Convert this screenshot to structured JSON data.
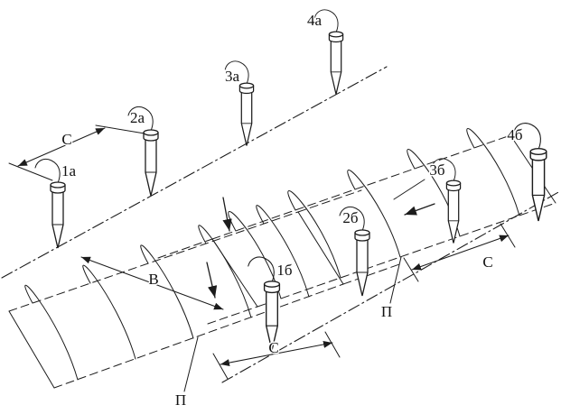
{
  "figure": {
    "type": "technical-diagram",
    "background_color": "#ffffff",
    "line_color": "#1c1c1c",
    "stake_labels": {
      "s1a": "1а",
      "s2a": "2а",
      "s3a": "3а",
      "s4a": "4а",
      "s1b": "1б",
      "s2b": "2б",
      "s3b": "3б",
      "s4b": "4б"
    },
    "dimension_labels": {
      "c_top_left": "С",
      "c_bottom": "С",
      "c_right": "С",
      "b_width": "В"
    },
    "film_strip_labels": {
      "p_left": "П",
      "p_right": "П"
    }
  }
}
